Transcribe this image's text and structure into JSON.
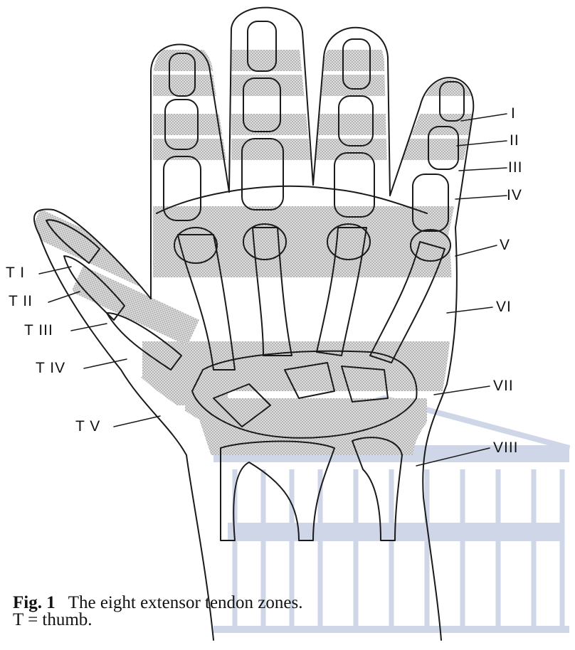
{
  "figure": {
    "zones": {
      "fingers": [
        "I",
        "II",
        "III",
        "IV",
        "V",
        "VI",
        "VII",
        "VIII"
      ],
      "thumb": [
        "T I",
        "T II",
        "T III",
        "T IV",
        "T V"
      ]
    },
    "caption": {
      "number": "Fig. 1",
      "text": "The eight extensor tendon zones.",
      "note": "T = thumb."
    },
    "colors": {
      "ink": "#1a1a1a",
      "zone_shading": "#cfcfcf",
      "watermark": "#c7cfe3"
    }
  }
}
